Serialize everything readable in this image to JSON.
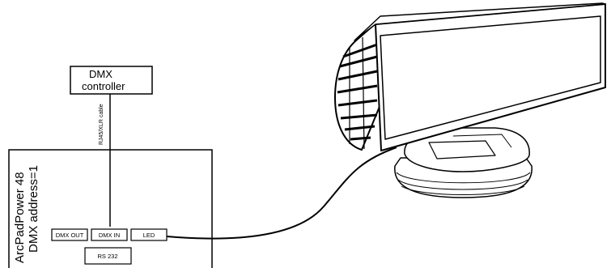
{
  "controller": {
    "line1": "DMX",
    "line2": "controller"
  },
  "cable_label": "RJ45/XLR cable",
  "device": {
    "name": "ArcPadPower 48",
    "address": "DMX address=1"
  },
  "ports": {
    "dmx_out": "DMX OUT",
    "dmx_in": "DMX IN",
    "led": "LED",
    "rs232": "RS 232"
  }
}
